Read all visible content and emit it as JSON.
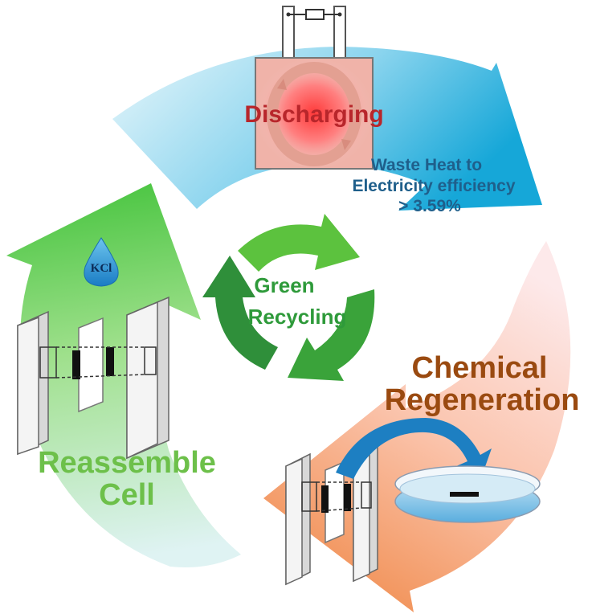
{
  "stages": {
    "discharging": {
      "label": "Discharging",
      "note_lines": [
        "Waste Heat to",
        "Electricity efficiency",
        "> 3.59%"
      ]
    },
    "regeneration": {
      "label_lines": [
        "Chemical",
        "Regeneration"
      ]
    },
    "reassemble": {
      "label_lines": [
        "Reassemble",
        "Cell"
      ],
      "droplet_label": "KCl"
    }
  },
  "center": {
    "label_lines": [
      "Green",
      "Recycling"
    ]
  },
  "colors": {
    "discharge_label": "#b8262b",
    "discharge_note": "#1f5f8b",
    "regeneration_label": "#9a4a10",
    "reassemble_label": "#6dc04a",
    "center_label": "#2e9a3a",
    "arrow_blue": "#2ab0dc",
    "arrow_orange": "#f4a060",
    "arrow_green": "#5fcf5a"
  }
}
